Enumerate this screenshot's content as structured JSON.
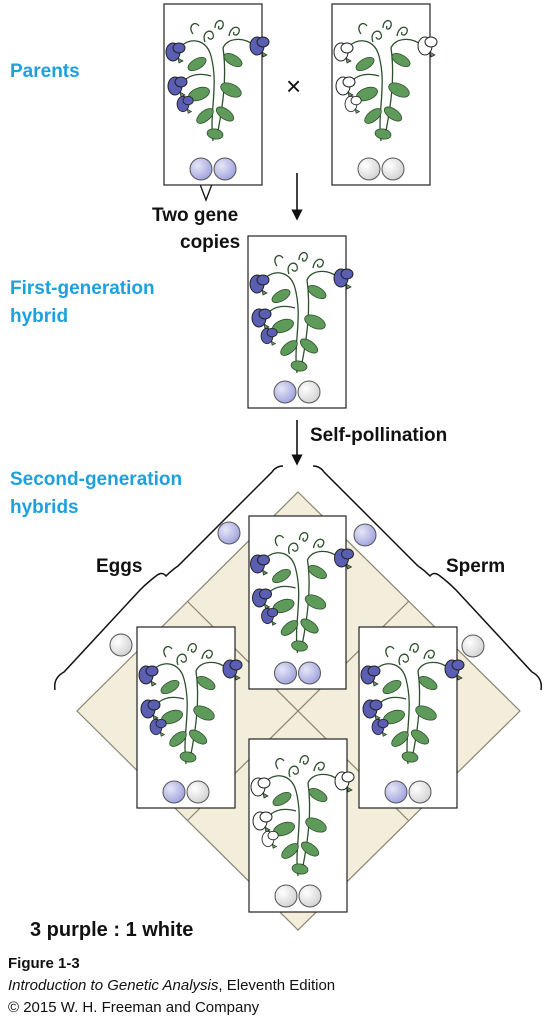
{
  "labels": {
    "parents": "Parents",
    "cross": "×",
    "two_gene_copies_line1": "Two gene",
    "two_gene_copies_line2": "copies",
    "first_gen_line1": "First-generation",
    "first_gen_line2": "hybrid",
    "self_pollination": "Self-pollination",
    "second_gen_line1": "Second-generation",
    "second_gen_line2": "hybrids",
    "eggs": "Eggs",
    "sperm": "Sperm",
    "ratio": "3 purple : 1 white"
  },
  "caption": {
    "figure": "Figure 1-3",
    "book_title": "Introduction to Genetic Analysis",
    "edition": ", Eleventh Edition",
    "copyright": "© 2015 W. H. Freeman and Company"
  },
  "colors": {
    "label_blue": "#1da1de",
    "purple_flower": "#5b5fb4",
    "white_flower": "#ffffff",
    "purple_allele": "#b6b8e3",
    "white_allele": "#ececec",
    "leaf": "#5e9b5a",
    "punnett_fill": "#f3eddb"
  }
}
